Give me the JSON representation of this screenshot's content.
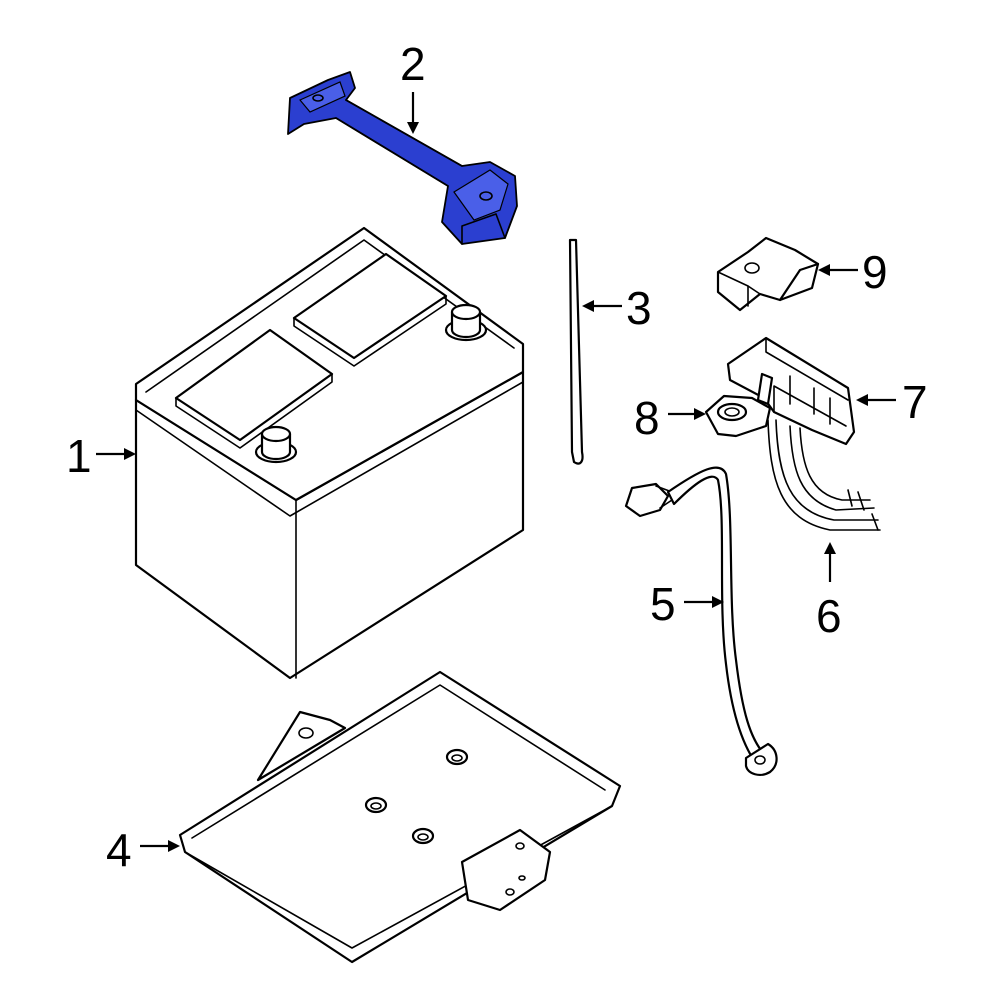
{
  "callouts": [
    {
      "id": "1",
      "label": "1"
    },
    {
      "id": "2",
      "label": "2"
    },
    {
      "id": "3",
      "label": "3"
    },
    {
      "id": "4",
      "label": "4"
    },
    {
      "id": "5",
      "label": "5"
    },
    {
      "id": "6",
      "label": "6"
    },
    {
      "id": "7",
      "label": "7"
    },
    {
      "id": "8",
      "label": "8"
    },
    {
      "id": "9",
      "label": "9"
    }
  ],
  "colors": {
    "highlight": "#2b3fd0",
    "line": "#000000",
    "background": "#ffffff"
  }
}
